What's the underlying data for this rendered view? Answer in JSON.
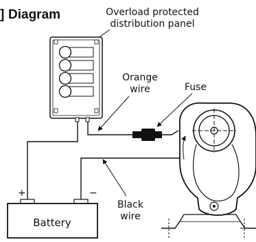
{
  "title": "Diagram",
  "title_prefix_mark": "]",
  "labels": {
    "panel_line1": "Overload protected",
    "panel_line2": "distribution panel",
    "orange_line1": "Orange",
    "orange_line2": "wire",
    "fuse": "Fuse",
    "black_line1": "Black",
    "black_line2": "wire",
    "battery": "Battery",
    "plus": "+",
    "minus": "−"
  },
  "colors": {
    "ink": "#111111",
    "background": "#ffffff"
  }
}
